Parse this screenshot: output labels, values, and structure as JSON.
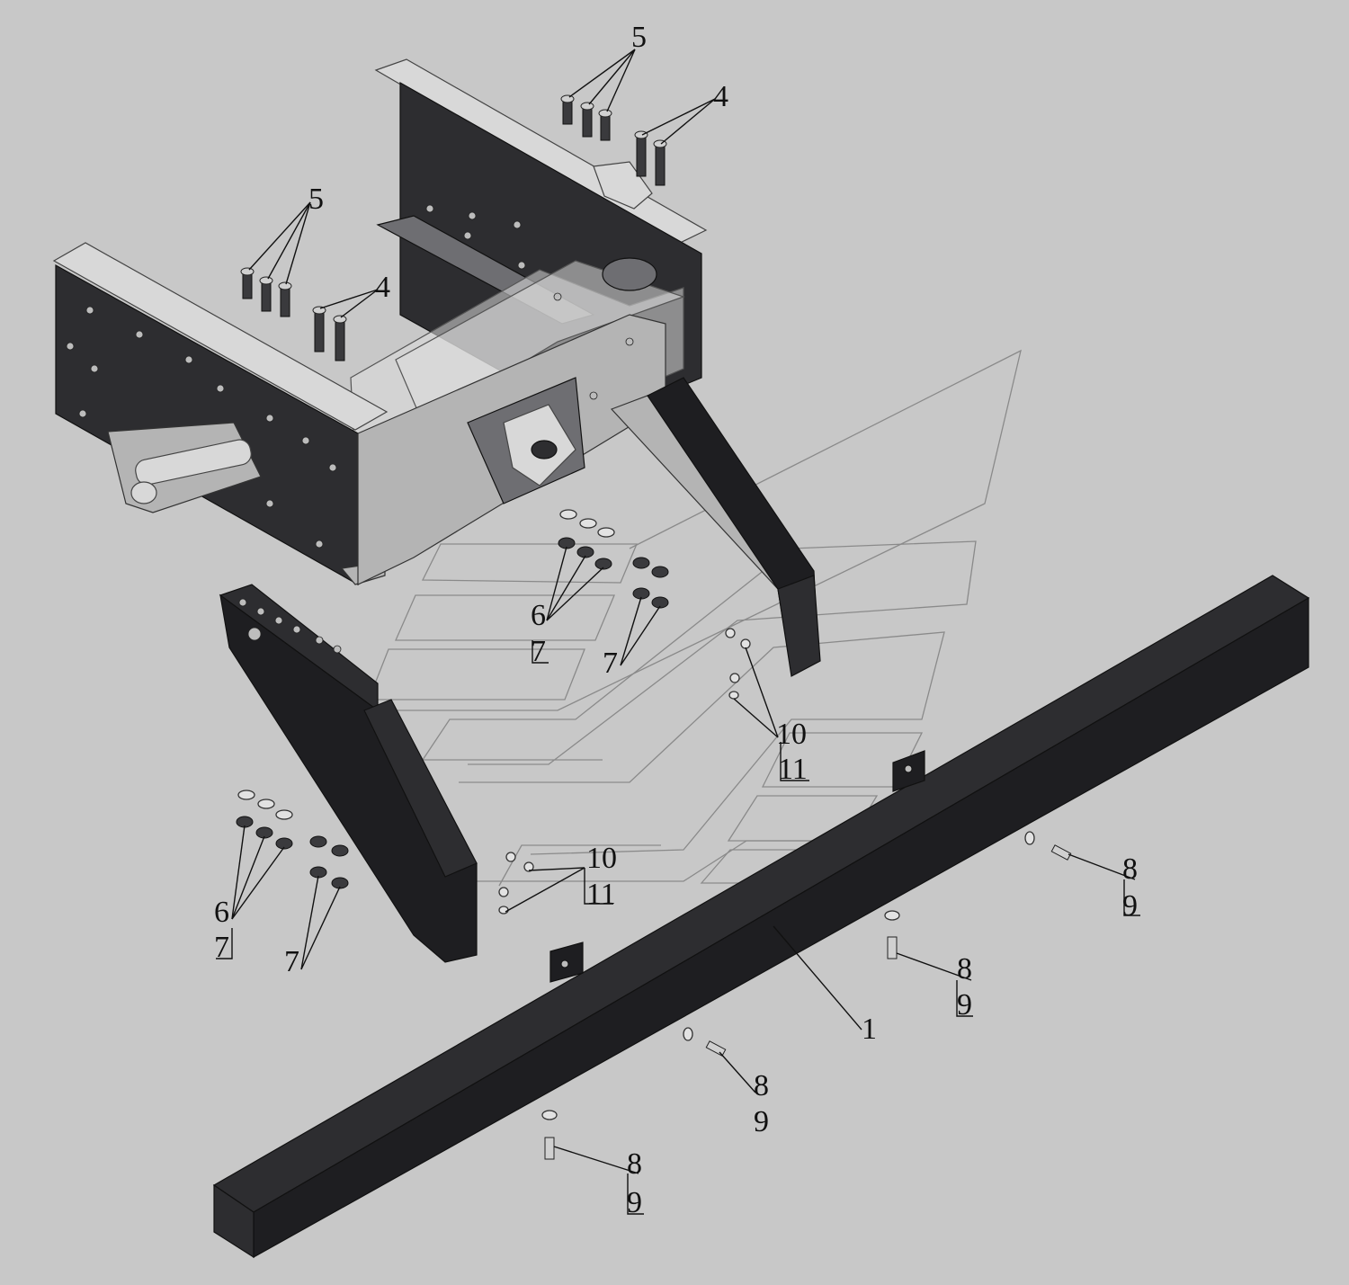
{
  "callouts": {
    "c5a": "5",
    "c4a": "4",
    "c5b": "5",
    "c4b": "4",
    "c6a": "6",
    "c7a": "7",
    "c7b": "7",
    "c10a": "10",
    "c11a": "11",
    "c10b": "10",
    "c11b": "11",
    "c6b": "6",
    "c7c": "7",
    "c7d": "7",
    "c8a": "8",
    "c9a": "9",
    "c8b": "8",
    "c9b": "9",
    "c1": "1",
    "c8c": "8",
    "c9c": "9",
    "c8d": "8",
    "c9d": "9"
  },
  "colors": {
    "background": "#c8c8c8",
    "part_dark": "#2d2d30",
    "part_light": "#b4b4b4",
    "guide_line": "#8a8a8a"
  }
}
